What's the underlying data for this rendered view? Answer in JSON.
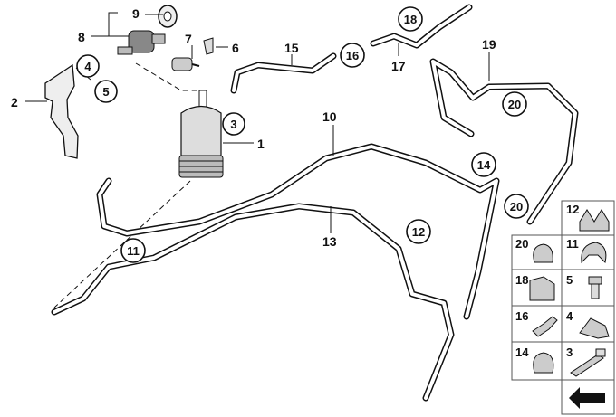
{
  "diagram": {
    "labels": {
      "l1": "1",
      "l2": "2",
      "l3": "3",
      "l4": "4",
      "l5": "5",
      "l6": "6",
      "l7": "7",
      "l8": "8",
      "l9": "9",
      "l10": "10",
      "l11": "11",
      "l12": "12",
      "l13": "13",
      "l14": "14",
      "l15": "15",
      "l16": "16",
      "l17": "17",
      "l18": "18",
      "l19": "19",
      "l20a": "20",
      "l20b": "20"
    },
    "legend": {
      "items": [
        {
          "id": "12"
        },
        {
          "id": "20"
        },
        {
          "id": "11"
        },
        {
          "id": "18"
        },
        {
          "id": "5"
        },
        {
          "id": "16"
        },
        {
          "id": "4"
        },
        {
          "id": "14"
        },
        {
          "id": "3"
        }
      ]
    },
    "icon": "direction-arrow-icon"
  }
}
